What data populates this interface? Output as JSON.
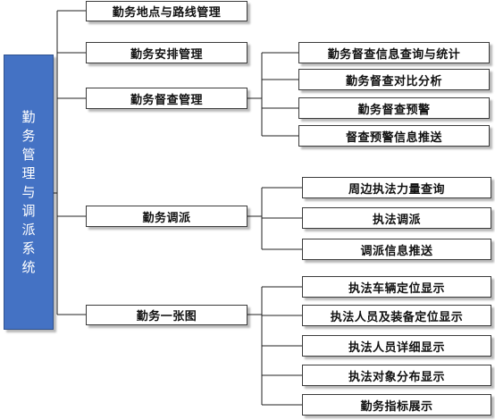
{
  "root": {
    "label": "勤务管理与调派系统"
  },
  "level1": [
    {
      "label": "勤务地点与路线管理"
    },
    {
      "label": "勤务安排管理"
    },
    {
      "label": "勤务督查管理"
    },
    {
      "label": "勤务调派"
    },
    {
      "label": "勤务一张图"
    }
  ],
  "level2": {
    "supervision": [
      {
        "label": "勤务督查信息查询与统计"
      },
      {
        "label": "勤务督查对比分析"
      },
      {
        "label": "勤务督查预警"
      },
      {
        "label": "督查预警信息推送"
      }
    ],
    "dispatch": [
      {
        "label": "周边执法力量查询"
      },
      {
        "label": "执法调派"
      },
      {
        "label": "调派信息推送"
      }
    ],
    "map": [
      {
        "label": "执法车辆定位显示"
      },
      {
        "label": "执法人员及装备定位显示"
      },
      {
        "label": "执法人员详细显示"
      },
      {
        "label": "执法对象分布显示"
      },
      {
        "label": "勤务指标展示"
      }
    ]
  }
}
